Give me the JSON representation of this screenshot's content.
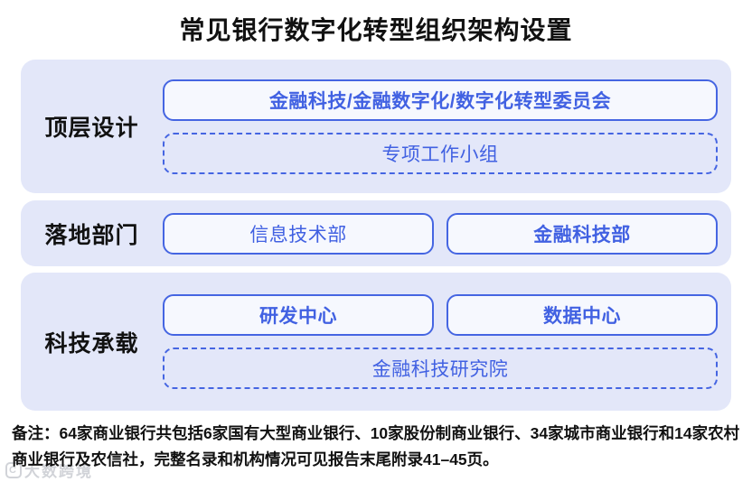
{
  "title": "常见银行数字化转型组织架构设置",
  "colors": {
    "section_background": "#E3E7F9",
    "box_fill": "#F6F8FE",
    "accent_blue": "#4565E2",
    "box_text_blue": "#4161E2",
    "text_black": "#111111"
  },
  "sections": [
    {
      "label": "顶层设计",
      "rows": [
        {
          "boxes": [
            {
              "label": "金融科技/金融数字化/数字化转型委员会",
              "style": "solid",
              "bold": true
            }
          ]
        },
        {
          "boxes": [
            {
              "label": "专项工作小组",
              "style": "dashed",
              "bold": false
            }
          ]
        }
      ]
    },
    {
      "label": "落地部门",
      "rows": [
        {
          "boxes": [
            {
              "label": "信息技术部",
              "style": "solid",
              "bold": false
            },
            {
              "label": "金融科技部",
              "style": "solid",
              "bold": true
            }
          ]
        }
      ]
    },
    {
      "label": "科技承载",
      "rows": [
        {
          "boxes": [
            {
              "label": "研发中心",
              "style": "solid",
              "bold": true
            },
            {
              "label": "数据中心",
              "style": "solid",
              "bold": true
            }
          ]
        },
        {
          "boxes": [
            {
              "label": "金融科技研究院",
              "style": "dashed",
              "bold": false
            }
          ]
        }
      ]
    }
  ],
  "note": "备注：64家商业银行共包括6家国有大型商业银行、10家股份制商业银行、34家城市商业银行和14家农村商业银行及农信社，完整名录和机构情况可见报告末尾附录41–45页。",
  "watermark": {
    "logo": "rounded-square-logo",
    "text": "大数跨境"
  }
}
